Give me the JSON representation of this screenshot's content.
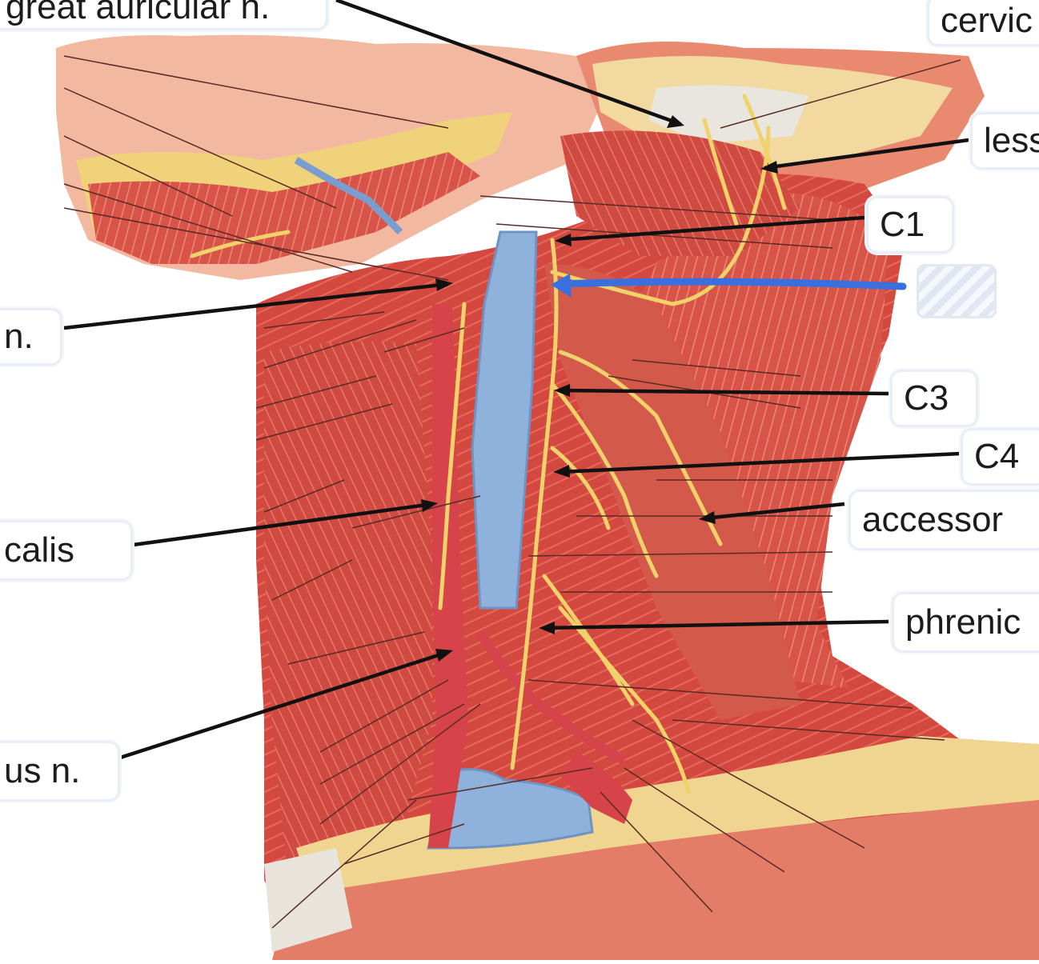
{
  "diagram": {
    "colors": {
      "muscle": "#d9534f",
      "muscle_dark": "#b8332f",
      "skin": "#f2b9a2",
      "vein": "#8fb2dc",
      "artery": "#d6434a",
      "nerve": "#f0d26a",
      "fat": "#f3df9a",
      "pointer": "#111111",
      "highlight_pointer": "#3a6fe0"
    },
    "labels": {
      "great_auricular": "great auricular n.",
      "cervical": "cervic",
      "lesser": "less",
      "c1": "C1",
      "n_left": "n.",
      "c3": "C3",
      "c4": "C4",
      "accessory": "accessor",
      "calis": "calis",
      "phrenic": "phrenic",
      "us_n": "us n."
    },
    "hidden_label_icon": "hatched-placeholder-icon"
  }
}
